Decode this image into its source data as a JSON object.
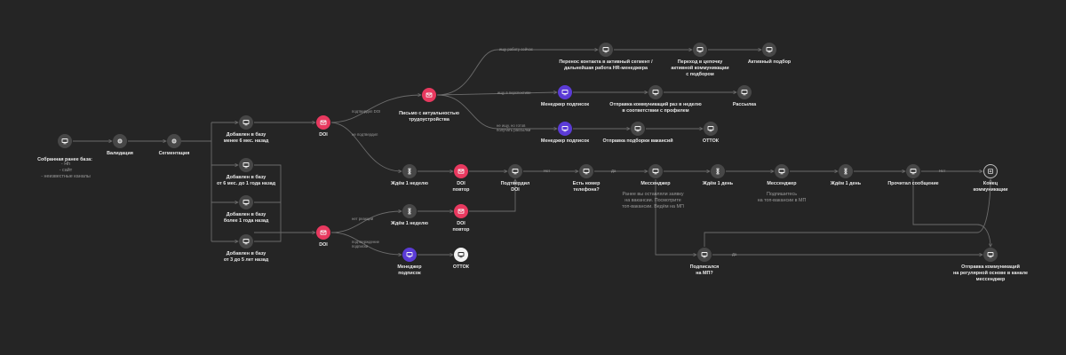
{
  "colors": {
    "background": "#252525",
    "edge": "#6b6b6b",
    "node_gray": "#474747",
    "node_pink": "#e8395f",
    "node_purple": "#5b3bd6",
    "node_white": "#f2f2f2",
    "text": "#e9e9e9"
  },
  "nodes": [
    {
      "id": "base",
      "style": "gray",
      "icon": "screen-icon",
      "label": "Собранная ранее база:"
    },
    {
      "id": "valid",
      "style": "gray",
      "icon": "gear-icon",
      "label": "Валидация"
    },
    {
      "id": "segm",
      "style": "gray",
      "icon": "gear-icon",
      "label": "Сегментация"
    },
    {
      "id": "add6",
      "style": "gray",
      "icon": "screen-icon",
      "label": "Добавлен в базу\nменее 6 мес. назад"
    },
    {
      "id": "add61",
      "style": "gray",
      "icon": "screen-icon",
      "label": "Добавлен в базу\nот 6 мес. до 1 года назад"
    },
    {
      "id": "add1",
      "style": "gray",
      "icon": "screen-icon",
      "label": "Добавлен в базу\nболее 1 года назад"
    },
    {
      "id": "add35",
      "style": "gray",
      "icon": "screen-icon",
      "label": "Добавлен в базу\nот 3 до 5 лет назад"
    },
    {
      "id": "doi1",
      "style": "pink",
      "icon": "mail-icon",
      "label": "DOI"
    },
    {
      "id": "doi2",
      "style": "pink",
      "icon": "mail-icon",
      "label": "DOI"
    },
    {
      "id": "letter",
      "style": "pink",
      "icon": "mail-icon",
      "label": "Письмо с актуальностью\nтрудоустройства"
    },
    {
      "id": "transfer",
      "style": "gray",
      "icon": "screen-icon",
      "label": "Перенос контакта в активный сегмент /\nдальнейшая работа HR-менеджера"
    },
    {
      "id": "chain",
      "style": "gray",
      "icon": "screen-icon",
      "label": "Переход в цепочку\nактивной коммуникации\nс подбором"
    },
    {
      "id": "active",
      "style": "gray",
      "icon": "screen-icon",
      "label": "Активный подбор"
    },
    {
      "id": "mgr1",
      "style": "purple",
      "icon": "screen-icon",
      "label": "Менеджер подписок"
    },
    {
      "id": "weekly",
      "style": "gray",
      "icon": "screen-icon",
      "label": "Отправка коммуникаций раз в неделю\nв соответствии с профилем"
    },
    {
      "id": "mailing",
      "style": "gray",
      "icon": "screen-icon",
      "label": "Рассылка"
    },
    {
      "id": "mgr2",
      "style": "purple",
      "icon": "screen-icon",
      "label": "Менеджер подписок"
    },
    {
      "id": "vac",
      "style": "gray",
      "icon": "screen-icon",
      "label": "Отправка подборки вакансий"
    },
    {
      "id": "ottok1",
      "style": "gray",
      "icon": "screen-icon",
      "label": "ОТТОК"
    },
    {
      "id": "wait1",
      "style": "gray",
      "icon": "hourglass-icon",
      "label": "Ждём 1 неделю"
    },
    {
      "id": "doirep1",
      "style": "pink",
      "icon": "mail-icon",
      "label": "DOI\nповтор"
    },
    {
      "id": "confirm",
      "style": "gray",
      "icon": "screen-icon",
      "label": "Подтвердил\nDOI"
    },
    {
      "id": "phone",
      "style": "gray",
      "icon": "screen-icon",
      "label": "Есть номер\nтелефона?"
    },
    {
      "id": "msg1",
      "style": "gray",
      "icon": "screen-icon",
      "label": "Мессенджер"
    },
    {
      "id": "day1a",
      "style": "gray",
      "icon": "hourglass-icon",
      "label": "Ждём 1 день"
    },
    {
      "id": "msg2",
      "style": "gray",
      "icon": "screen-icon",
      "label": "Мессенджер"
    },
    {
      "id": "day1b",
      "style": "gray",
      "icon": "hourglass-icon",
      "label": "Ждём 1 день"
    },
    {
      "id": "read",
      "style": "gray",
      "icon": "screen-icon",
      "label": "Прочитал сообщение"
    },
    {
      "id": "end",
      "style": "ring",
      "icon": "list-icon",
      "label": "Конец\nкоммуникации"
    },
    {
      "id": "wait2",
      "style": "gray",
      "icon": "hourglass-icon",
      "label": "Ждём 1 неделю"
    },
    {
      "id": "doirep2",
      "style": "pink",
      "icon": "mail-icon",
      "label": "DOI\nповтор"
    },
    {
      "id": "mgr3",
      "style": "purple",
      "icon": "screen-icon",
      "label": "Менеджер\nподписок"
    },
    {
      "id": "ottok2",
      "style": "white",
      "icon": "screen-icon",
      "label": "ОТТОК"
    },
    {
      "id": "sub",
      "style": "gray",
      "icon": "screen-icon",
      "label": "Подписался\nна МП?"
    },
    {
      "id": "regular",
      "style": "gray",
      "icon": "screen-icon",
      "label": "Отправка коммуникаций\nна регулярной основе в канале\nмессенджер"
    }
  ],
  "sublabels": {
    "base": "- Hh\n- сайт\n- неизвестные каналы",
    "msg1": "Ранее вы оставляли заявку\nна вакансии. Посмотрите\nтоп-вакансии. Ведём на МП",
    "msg2": "Подпишитесь\nна топ-вакансии       в МП"
  },
  "edge_labels": {
    "confirmed1": "подтвердил DOI",
    "notconf1": "не подтвердил",
    "search_now": "ищу работу сейчас",
    "future": "ищу в перспективе",
    "not_search": "не ищу, но готов\nполучать рассылки",
    "no_phone": "Нет",
    "yes_phone": "Да",
    "no_read": "Нет",
    "yes_sub": "Да",
    "not_react": "нет реакции",
    "confirm_sub": "подтверждение\nподписки"
  }
}
